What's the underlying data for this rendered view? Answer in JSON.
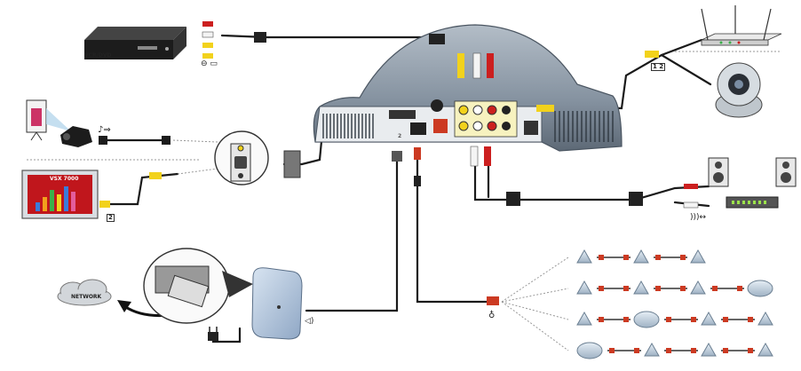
{
  "diagram": {
    "vcr_label": "VCR/DVD",
    "monitor_title": "VSX 7000",
    "network_label": "NETWORK",
    "monitor_number": "2",
    "camera_number": "1 2",
    "rear_panel_number": "2"
  },
  "colors": {
    "hub_body": "#8e9aa6",
    "hub_shadow": "#5f6b77",
    "panel": "#e9ecef",
    "cable": "#1a1a1a",
    "rca_red": "#cc1f1f",
    "rca_yellow": "#f2d21c",
    "rca_white": "#f4f4f4",
    "monitor_screen": "#c0161c",
    "sub_box": "#aec3dc"
  },
  "icons": {
    "vcr": "vcr-icon",
    "projector": "projector-icon",
    "monitor": "monitor-icon",
    "camera": "camera-icon",
    "router": "router-icon",
    "speaker": "speaker-icon",
    "mixer": "mixer-icon",
    "cloud": "network-cloud-icon",
    "subwoofer": "subwoofer-icon",
    "microphone": "microphone-icon"
  }
}
